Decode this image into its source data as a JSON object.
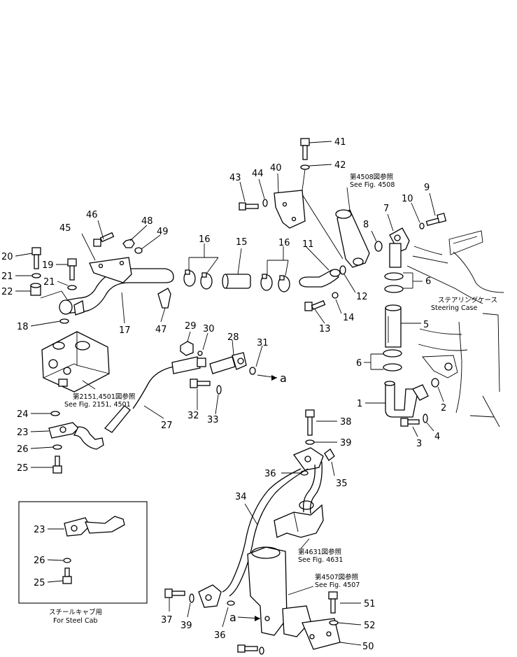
{
  "callouts": {
    "c1": "1",
    "c2": "2",
    "c3": "3",
    "c4": "4",
    "c5": "5",
    "c6a": "6",
    "c6b": "6",
    "c7": "7",
    "c8": "8",
    "c9": "9",
    "c10": "10",
    "c11": "11",
    "c12": "12",
    "c13": "13",
    "c14": "14",
    "c15": "15",
    "c16a": "16",
    "c16b": "16",
    "c17": "17",
    "c18": "18",
    "c19": "19",
    "c20": "20",
    "c21a": "21",
    "c21b": "21",
    "c22": "22",
    "c23": "23",
    "c24": "24",
    "c25": "25",
    "c26": "26",
    "c27": "27",
    "c28": "28",
    "c29": "29",
    "c30": "30",
    "c31": "31",
    "c32": "32",
    "c33": "33",
    "c34": "34",
    "c35": "35",
    "c36a": "36",
    "c36b": "36",
    "c37": "37",
    "c38": "38",
    "c39a": "39",
    "c39b": "39",
    "c40": "40",
    "c41": "41",
    "c42": "42",
    "c43": "43",
    "c44": "44",
    "c45": "45",
    "c46": "46",
    "c47": "47",
    "c48": "48",
    "c49": "49",
    "c50": "50",
    "c51": "51",
    "c52": "52",
    "inset23": "23",
    "inset26": "26",
    "inset25": "25"
  },
  "connector_a1": "a",
  "connector_a2": "a",
  "notes": {
    "fig4508_jp": "第4508図参照",
    "fig4508_en": "See Fig. 4508",
    "steering_jp": "ステアリングケース",
    "steering_en": "Steering Case",
    "fig2151_jp": "第2151,4501図参照",
    "fig2151_en": "See Fig. 2151, 4501",
    "fig4631_jp": "第4631図参照",
    "fig4631_en": "See Fig. 4631",
    "fig4507_jp": "第4507図参照",
    "fig4507_en": "See Fig. 4507",
    "inset_jp": "スチールキャブ用",
    "inset_en": "For Steel Cab"
  }
}
